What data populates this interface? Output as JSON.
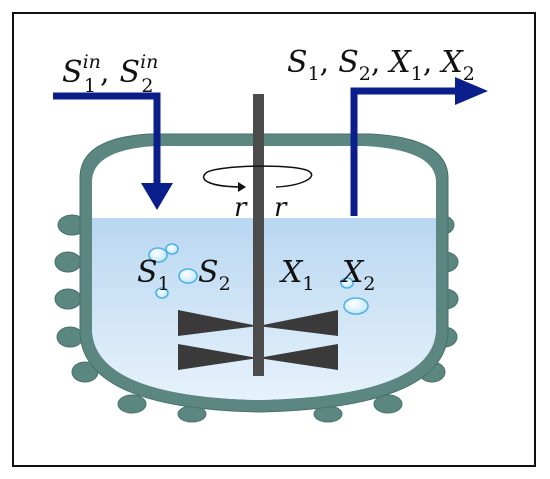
{
  "colors": {
    "vessel": "#5b8780",
    "vessel_dark": "#47706a",
    "liquid_top": "#b9d7f1",
    "liquid_bottom": "#e6f2fb",
    "arrow": "#0b1f8c",
    "shaft": "#4b4b4b",
    "blade": "#3a3a3a",
    "bubble": "#4fb3e6"
  },
  "icons": {
    "inlet_arrow": "arrow-down-icon",
    "outlet_arrow": "arrow-right-icon",
    "rotation": "rotation-arrow-icon"
  },
  "labels": {
    "inlet": {
      "s1": {
        "base": "S",
        "sup": "in",
        "sub": "1"
      },
      "comma": ",",
      "s2": {
        "base": "S",
        "sup": "in",
        "sub": "2"
      }
    },
    "outlet": [
      {
        "base": "S",
        "sub": "1",
        "sep": ","
      },
      {
        "base": "S",
        "sub": "2",
        "sep": ","
      },
      {
        "base": "X",
        "sub": "1",
        "sep": ","
      },
      {
        "base": "X",
        "sub": "2",
        "sep": ""
      }
    ],
    "rotation_left": "r",
    "rotation_right": "r",
    "tank": [
      {
        "base": "S",
        "sub": "1"
      },
      {
        "base": "S",
        "sub": "2"
      },
      {
        "base": "X",
        "sub": "1"
      },
      {
        "base": "X",
        "sub": "2"
      }
    ]
  }
}
